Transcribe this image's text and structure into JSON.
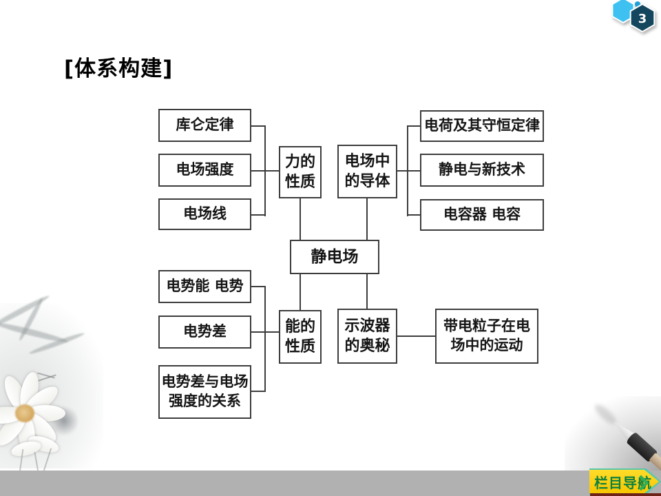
{
  "badge": {
    "number": "3"
  },
  "title": "[体系构建]",
  "diagram": {
    "center": "静电场",
    "force": {
      "items": [
        "库仑定律",
        "电场强度",
        "电场线"
      ],
      "hub_lines": [
        "力的",
        "性质"
      ]
    },
    "conductor": {
      "hub_lines": [
        "电场中",
        "的导体"
      ],
      "items": [
        "电荷及其守恒定律",
        "静电与新技术",
        "电容器  电容"
      ]
    },
    "energy": {
      "items": [
        "电势能  电势",
        "电势差"
      ],
      "item3_lines": [
        "电势差与电场",
        "强度的关系"
      ],
      "hub_lines": [
        "能的",
        "性质"
      ]
    },
    "oscilloscope": {
      "hub_lines": [
        "示波器",
        "的奥秘"
      ],
      "item_lines": [
        "带电粒子在电",
        "场中的运动"
      ]
    }
  },
  "footer": {
    "nav_label": "栏目导航"
  },
  "colors": {
    "badge_light_blue": "#3ec1f0",
    "badge_dark_teal": "#14465e",
    "footer_bar_gray": "#b1b1b1",
    "nav_button_yellow": "#ffd61e",
    "nav_button_text_green": "#0c8040",
    "nav_button_border_teal": "#57c7ae",
    "box_border": "#3c3c3c"
  }
}
